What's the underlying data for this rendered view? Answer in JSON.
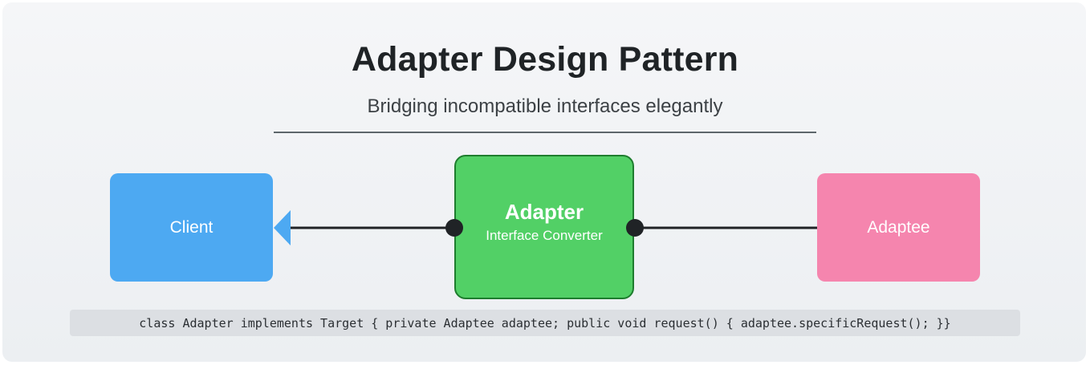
{
  "header": {
    "title": "Adapter Design Pattern",
    "subtitle": "Bridging incompatible interfaces elegantly"
  },
  "nodes": {
    "client": {
      "label": "Client",
      "color": "#4da9f2"
    },
    "adapter": {
      "label": "Adapter",
      "sublabel": "Interface Converter",
      "color": "#52d066",
      "border": "#1e7d2e"
    },
    "adaptee": {
      "label": "Adaptee",
      "color": "#f585ae"
    }
  },
  "connectors": {
    "line_color": "#202326",
    "arrow_color": "#4da9f2"
  },
  "code": {
    "snippet": "class Adapter implements Target { private Adaptee adaptee; public void request() { adaptee.specificRequest(); }}"
  }
}
